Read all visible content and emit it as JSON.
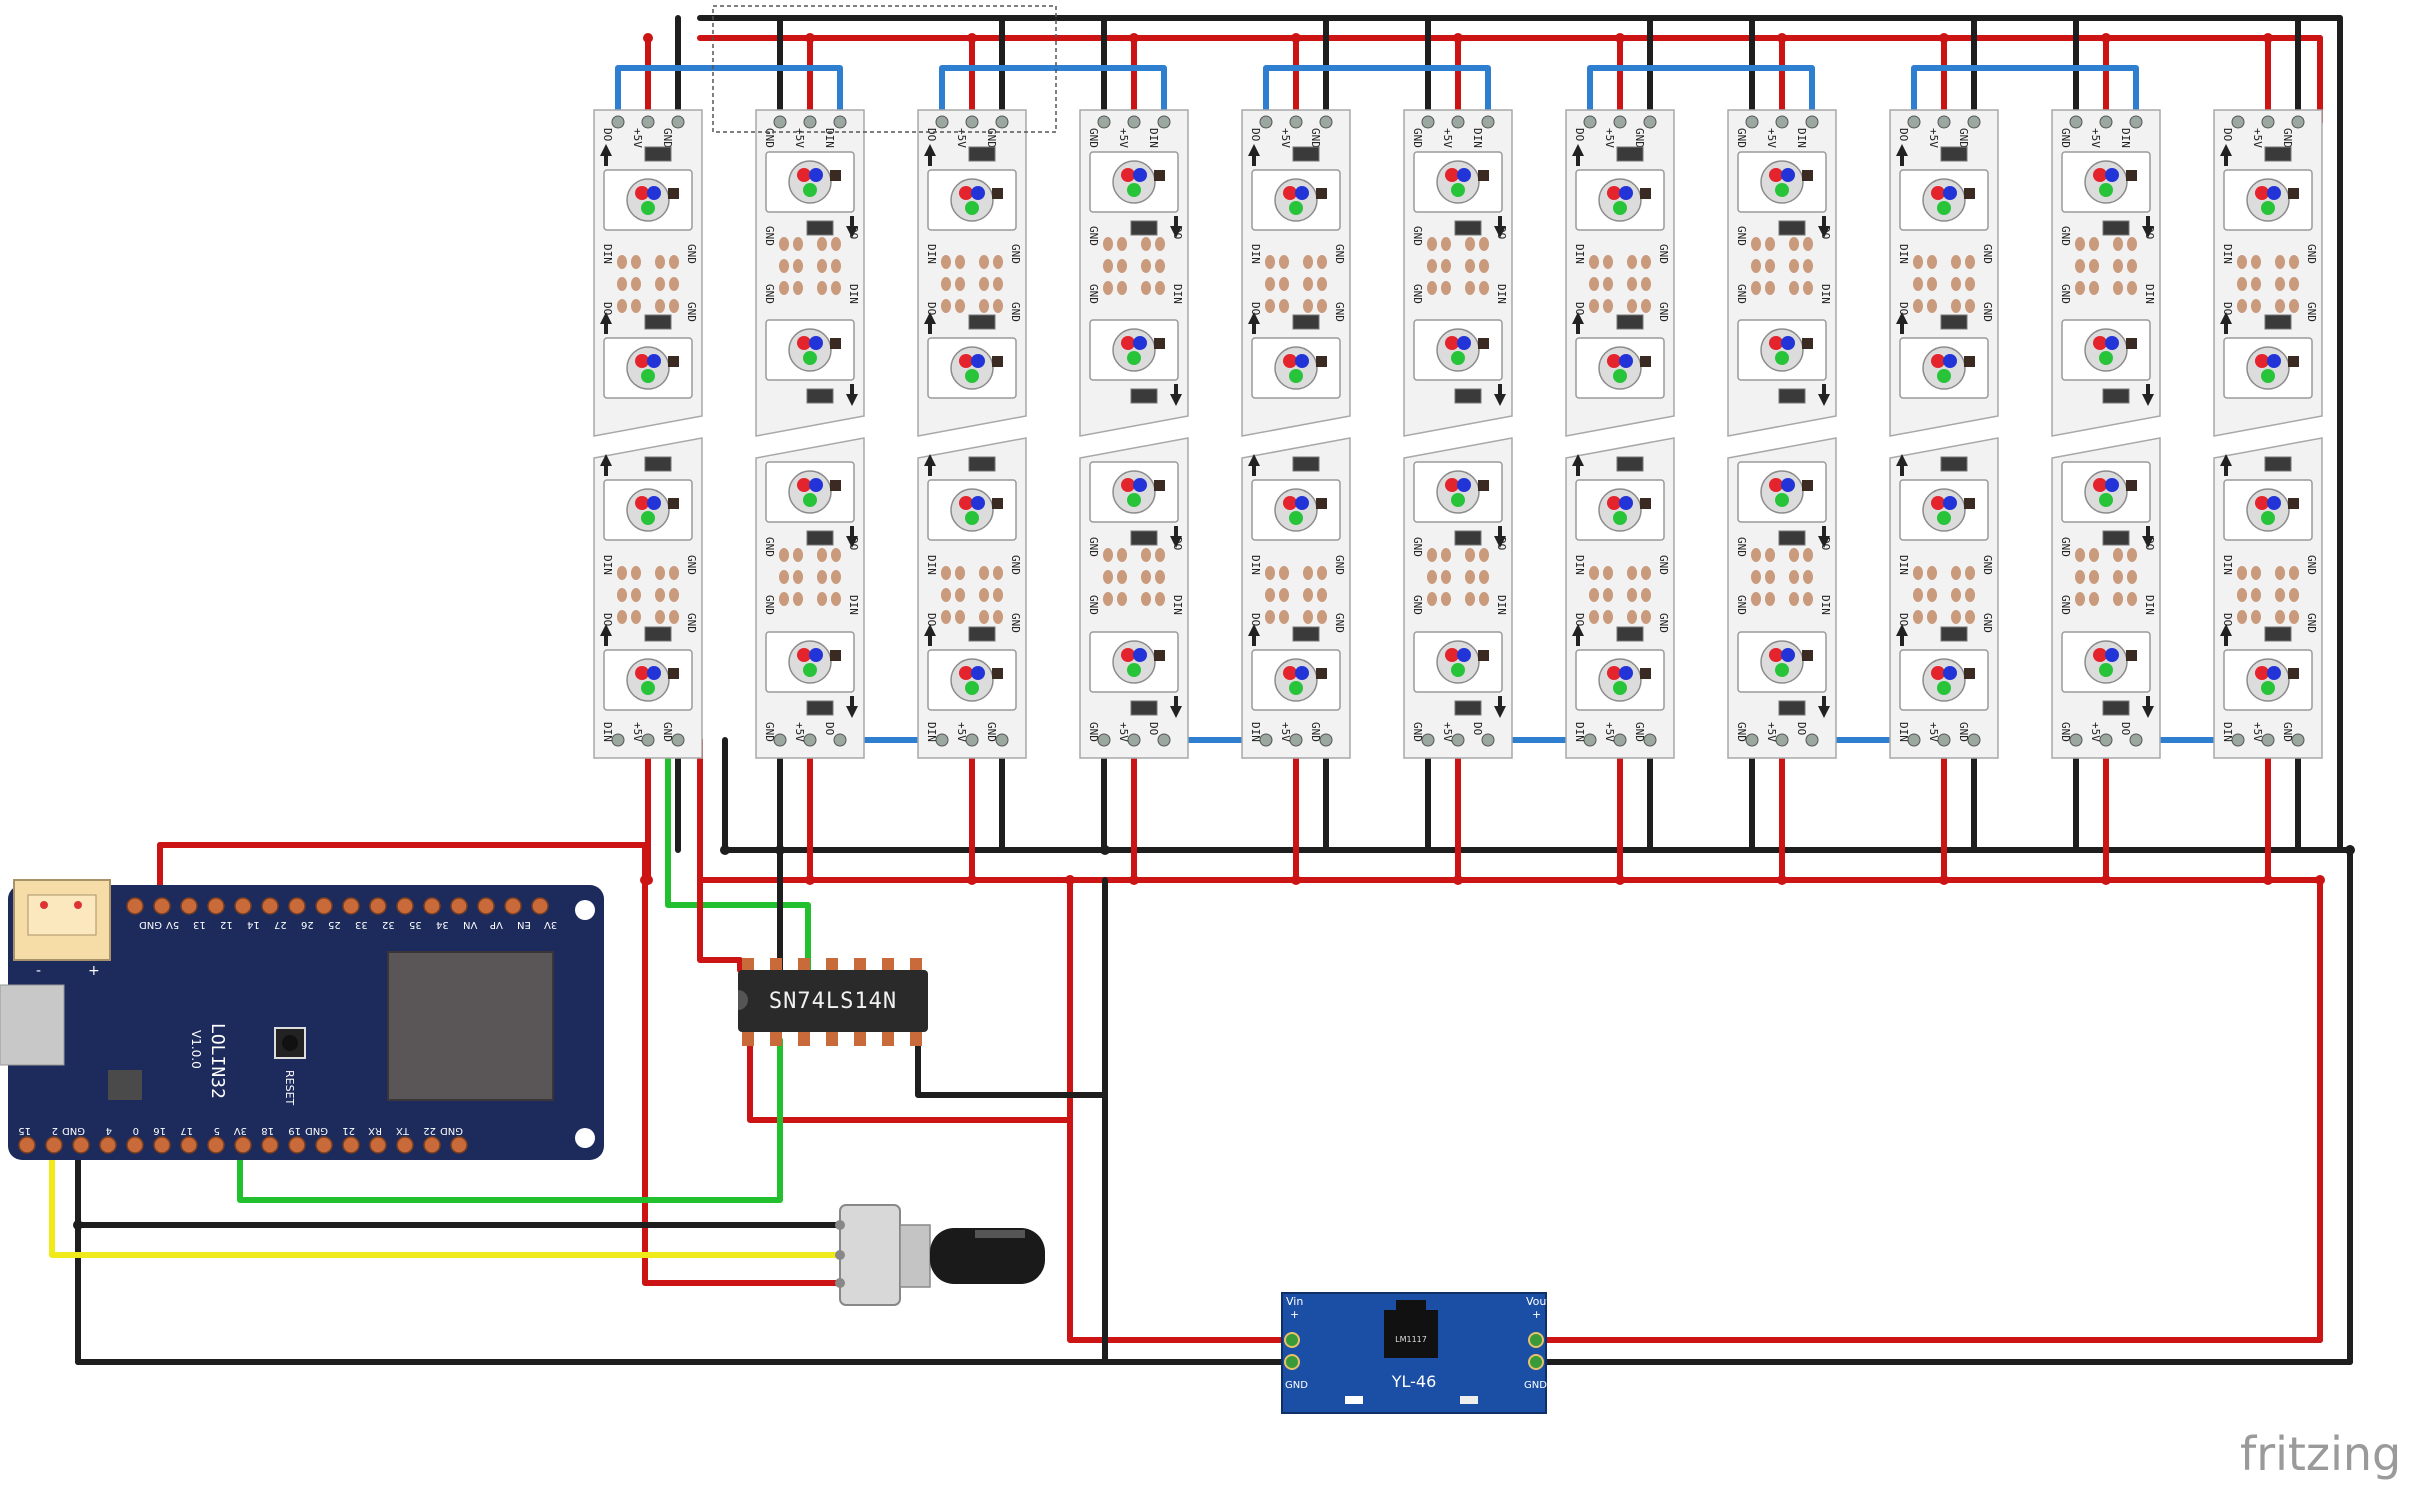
{
  "colors": {
    "wire_red": "#cc1414",
    "wire_black": "#1e1e1e",
    "wire_blue": "#2e7fd0",
    "wire_green": "#22c02e",
    "wire_yellow": "#f0ea1a",
    "board_blue": "#1c2a5c",
    "module_blue": "#1b4fa5",
    "strip_body": "#f2f2f2",
    "pad_copper": "#c99a7c",
    "ic_body": "#2a2a2a"
  },
  "strip_labels": {
    "do": "DO",
    "din": "DIN",
    "v5": "+5V",
    "gnd": "GND"
  },
  "board": {
    "name": "LOLIN32",
    "version": "V1.0.0",
    "reset_label": "RESET",
    "battery_minus": "-",
    "battery_plus": "+",
    "top_pins": [
      "GND",
      "5V",
      "13",
      "12",
      "14",
      "27",
      "26",
      "25",
      "33",
      "32",
      "35",
      "34",
      "VN",
      "VP",
      "EN",
      "3V"
    ],
    "bottom_pins": [
      "15",
      "2",
      "GND",
      "4",
      "0",
      "16",
      "17",
      "5",
      "3V",
      "18",
      "19",
      "GND",
      "21",
      "RX",
      "TX",
      "22",
      "GND"
    ]
  },
  "ic": {
    "label": "SN74LS14N"
  },
  "regulator": {
    "name": "YL-46",
    "vin": "Vin",
    "vout": "Vout",
    "gnd_left": "GND",
    "gnd_right": "GND",
    "plus_left": "+",
    "plus_right": "+",
    "chip_text": "LM1117"
  },
  "watermark": "fritzing",
  "icons": {
    "strip": "led-strip-icon",
    "led": "rgb-led-icon",
    "pot": "potentiometer-icon",
    "ic": "ic-chip-icon"
  }
}
